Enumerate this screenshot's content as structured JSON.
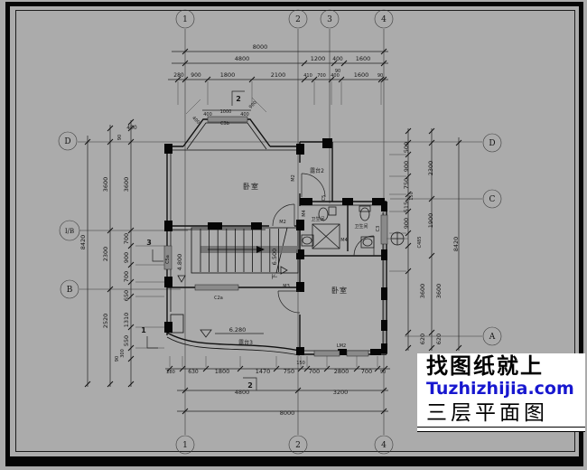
{
  "title_block": {
    "slogan": "找图纸就上",
    "site": "Tuzhizhijia.com",
    "caption": "三层平面图"
  },
  "colors": {
    "brand_blue": "#1717cf",
    "paper_gray": "#ababab",
    "line": "#161616",
    "window_fill": "#8a8a8a"
  },
  "axes": {
    "top": [
      "1",
      "2",
      "3",
      "4"
    ],
    "bottom": [
      "1",
      "2",
      "4"
    ],
    "left": [
      "D",
      "I/B",
      "B"
    ],
    "right": [
      "D",
      "C",
      "A"
    ]
  },
  "dims": {
    "top1": "8000",
    "top2": [
      "4800",
      "1200",
      "400",
      "1600"
    ],
    "top2_sub": "90",
    "top3": [
      "280",
      "900",
      "1800",
      "2100",
      "410",
      "700",
      "400",
      "1600",
      "90"
    ],
    "bay": [
      "400",
      "1000",
      "400"
    ],
    "bay_diag": "900",
    "bay_diag2": "400",
    "bot1": [
      "280",
      "630",
      "1800",
      "1470",
      "750",
      "700",
      "2800",
      "700",
      "90"
    ],
    "bot1_sub": "150",
    "bot2": [
      "4800",
      "3200"
    ],
    "bot3": "8000",
    "left_outer": "8420",
    "left_mid": [
      "3600",
      "2300",
      "2520"
    ],
    "left_inner": [
      "400",
      "90",
      "3600",
      "700",
      "900",
      "700",
      "650",
      "1310",
      "550",
      "300",
      "90"
    ],
    "right_outer": "8420",
    "right_mid": [
      "2300",
      "1900",
      "3600",
      "620"
    ],
    "right_inner": [
      "500",
      "900",
      "750",
      "150",
      "515",
      "900",
      "C485",
      "3600",
      "620"
    ]
  },
  "rooms": {
    "bedroom1": "卧室",
    "bedroom2": "卧室",
    "bath1": "卫生间",
    "bath2": "卫生间",
    "terrace2": "露台2",
    "terrace3": "露台3"
  },
  "tags": {
    "c3b": "C3b",
    "c5a": "C5a",
    "c2a": "C2a",
    "c5": "C5",
    "c3": "C3",
    "m2a": "M2",
    "m2b": "M2",
    "m3": "M3",
    "m4a": "M4",
    "m4b": "M4",
    "lm2": "LM2"
  },
  "elev": {
    "stair_up": "4.800",
    "stair_down": "6.500",
    "down_char": "下",
    "terrace": "6.280"
  },
  "sections": {
    "s2_top": "2",
    "s2_bottom": "2",
    "s3": "3",
    "s1": "1"
  }
}
